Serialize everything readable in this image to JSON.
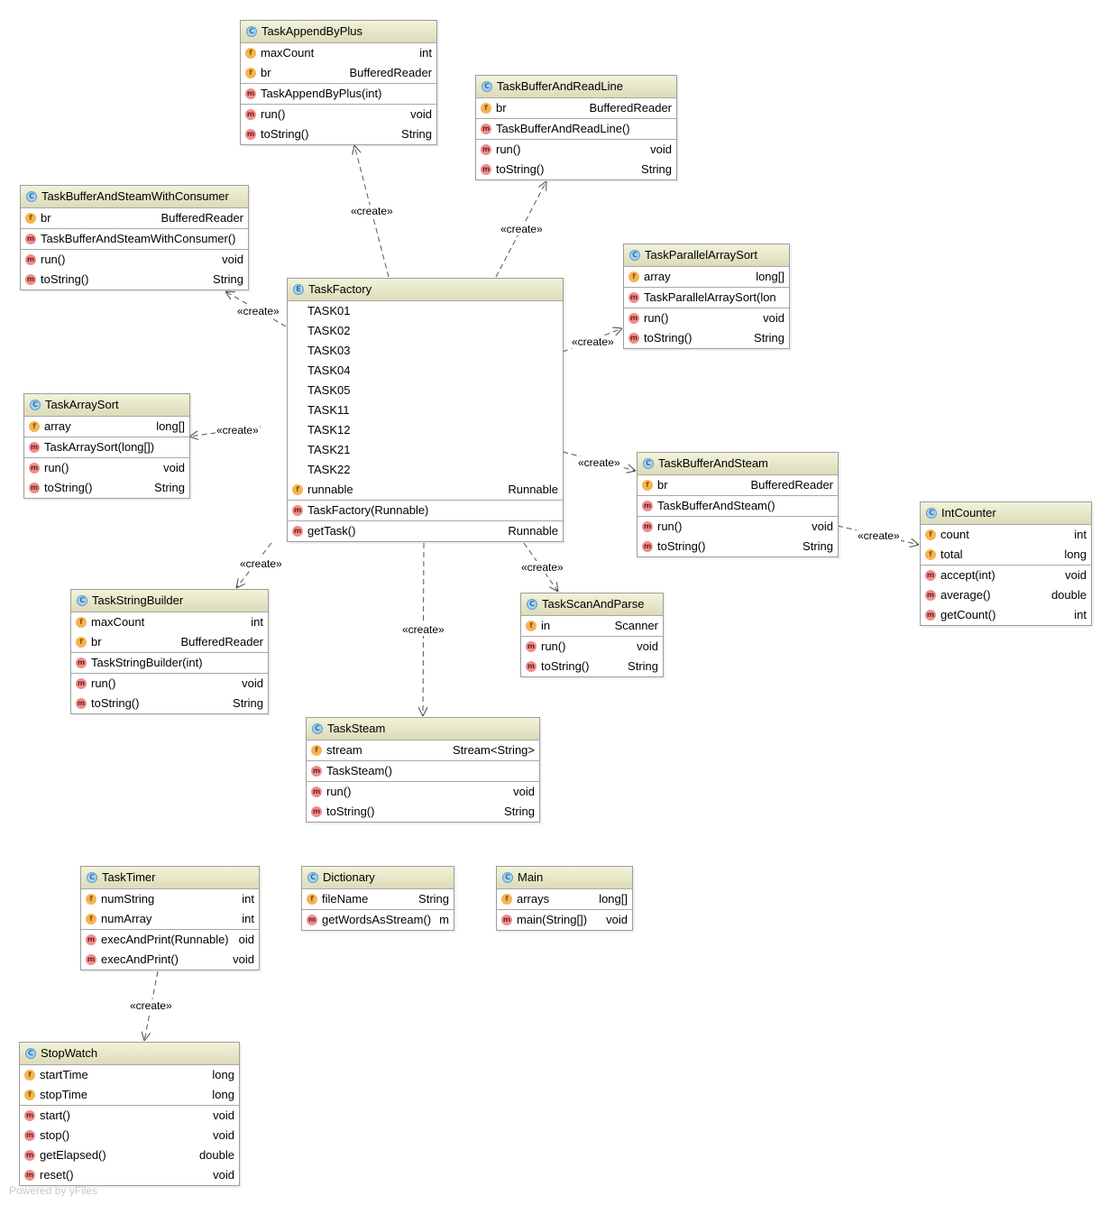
{
  "classes": {
    "append": {
      "kind": "C",
      "name": "TaskAppendByPlus",
      "sections": [
        [
          {
            "k": "f",
            "n": "maxCount",
            "t": "int"
          },
          {
            "k": "f",
            "n": "br",
            "t": "BufferedReader"
          }
        ],
        [
          {
            "k": "m",
            "n": "TaskAppendByPlus(int)",
            "t": ""
          }
        ],
        [
          {
            "k": "m",
            "n": "run()",
            "t": "void"
          },
          {
            "k": "m",
            "n": "toString()",
            "t": "String"
          }
        ]
      ]
    },
    "readline": {
      "kind": "C",
      "name": "TaskBufferAndReadLine",
      "sections": [
        [
          {
            "k": "f",
            "n": "br",
            "t": "BufferedReader"
          }
        ],
        [
          {
            "k": "m",
            "n": "TaskBufferAndReadLine()",
            "t": ""
          }
        ],
        [
          {
            "k": "m",
            "n": "run()",
            "t": "void"
          },
          {
            "k": "m",
            "n": "toString()",
            "t": "String"
          }
        ]
      ]
    },
    "consumer": {
      "kind": "C",
      "name": "TaskBufferAndSteamWithConsumer",
      "sections": [
        [
          {
            "k": "f",
            "n": "br",
            "t": "BufferedReader"
          }
        ],
        [
          {
            "k": "m",
            "n": "TaskBufferAndSteamWithConsumer()",
            "t": ""
          }
        ],
        [
          {
            "k": "m",
            "n": "run()",
            "t": "void"
          },
          {
            "k": "m",
            "n": "toString()",
            "t": "String"
          }
        ]
      ]
    },
    "parallel": {
      "kind": "C",
      "name": "TaskParallelArraySort",
      "sections": [
        [
          {
            "k": "f",
            "n": "array",
            "t": "long[]"
          }
        ],
        [
          {
            "k": "m",
            "n": "TaskParallelArraySort(lon",
            "t": ""
          }
        ],
        [
          {
            "k": "m",
            "n": "run()",
            "t": "void"
          },
          {
            "k": "m",
            "n": "toString()",
            "t": "String"
          }
        ]
      ]
    },
    "factory": {
      "kind": "E",
      "name": "TaskFactory",
      "sections": [
        [
          {
            "k": "",
            "n": "TASK01",
            "t": ""
          },
          {
            "k": "",
            "n": "TASK02",
            "t": ""
          },
          {
            "k": "",
            "n": "TASK03",
            "t": ""
          },
          {
            "k": "",
            "n": "TASK04",
            "t": ""
          },
          {
            "k": "",
            "n": "TASK05",
            "t": ""
          },
          {
            "k": "",
            "n": "TASK11",
            "t": ""
          },
          {
            "k": "",
            "n": "TASK12",
            "t": ""
          },
          {
            "k": "",
            "n": "TASK21",
            "t": ""
          },
          {
            "k": "",
            "n": "TASK22",
            "t": ""
          },
          {
            "k": "f",
            "n": "runnable",
            "t": "Runnable"
          }
        ],
        [
          {
            "k": "m",
            "n": "TaskFactory(Runnable)",
            "t": ""
          }
        ],
        [
          {
            "k": "m",
            "n": "getTask()",
            "t": "Runnable"
          }
        ]
      ]
    },
    "arraysort": {
      "kind": "C",
      "name": "TaskArraySort",
      "sections": [
        [
          {
            "k": "f",
            "n": "array",
            "t": "long[]"
          }
        ],
        [
          {
            "k": "m",
            "n": "TaskArraySort(long[])",
            "t": ""
          }
        ],
        [
          {
            "k": "m",
            "n": "run()",
            "t": "void"
          },
          {
            "k": "m",
            "n": "toString()",
            "t": "String"
          }
        ]
      ]
    },
    "bufsteam": {
      "kind": "C",
      "name": "TaskBufferAndSteam",
      "sections": [
        [
          {
            "k": "f",
            "n": "br",
            "t": "BufferedReader"
          }
        ],
        [
          {
            "k": "m",
            "n": "TaskBufferAndSteam()",
            "t": ""
          }
        ],
        [
          {
            "k": "m",
            "n": "run()",
            "t": "void"
          },
          {
            "k": "m",
            "n": "toString()",
            "t": "String"
          }
        ]
      ]
    },
    "intcounter": {
      "kind": "C",
      "name": "IntCounter",
      "sections": [
        [
          {
            "k": "f",
            "n": "count",
            "t": "int"
          },
          {
            "k": "f",
            "n": "total",
            "t": "long"
          }
        ],
        [
          {
            "k": "m",
            "n": "accept(int)",
            "t": "void"
          },
          {
            "k": "m",
            "n": "average()",
            "t": "double"
          },
          {
            "k": "m",
            "n": "getCount()",
            "t": "int"
          }
        ]
      ]
    },
    "strbuilder": {
      "kind": "C",
      "name": "TaskStringBuilder",
      "sections": [
        [
          {
            "k": "f",
            "n": "maxCount",
            "t": "int"
          },
          {
            "k": "f",
            "n": "br",
            "t": "BufferedReader"
          }
        ],
        [
          {
            "k": "m",
            "n": "TaskStringBuilder(int)",
            "t": ""
          }
        ],
        [
          {
            "k": "m",
            "n": "run()",
            "t": "void"
          },
          {
            "k": "m",
            "n": "toString()",
            "t": "String"
          }
        ]
      ]
    },
    "scanparse": {
      "kind": "C",
      "name": "TaskScanAndParse",
      "sections": [
        [
          {
            "k": "f",
            "n": "in",
            "t": "Scanner"
          }
        ],
        [
          {
            "k": "m",
            "n": "run()",
            "t": "void"
          },
          {
            "k": "m",
            "n": "toString()",
            "t": "String"
          }
        ]
      ]
    },
    "steam": {
      "kind": "C",
      "name": "TaskSteam",
      "sections": [
        [
          {
            "k": "f",
            "n": "stream",
            "t": "Stream<String>"
          }
        ],
        [
          {
            "k": "m",
            "n": "TaskSteam()",
            "t": ""
          }
        ],
        [
          {
            "k": "m",
            "n": "run()",
            "t": "void"
          },
          {
            "k": "m",
            "n": "toString()",
            "t": "String"
          }
        ]
      ]
    },
    "timer": {
      "kind": "C",
      "name": "TaskTimer",
      "sections": [
        [
          {
            "k": "f",
            "n": "numString",
            "t": "int"
          },
          {
            "k": "f",
            "n": "numArray",
            "t": "int"
          }
        ],
        [
          {
            "k": "m",
            "n": "execAndPrint(Runnable)",
            "t": "oid"
          },
          {
            "k": "m",
            "n": "execAndPrint()",
            "t": "void"
          }
        ]
      ]
    },
    "dictionary": {
      "kind": "C",
      "name": "Dictionary",
      "sections": [
        [
          {
            "k": "f",
            "n": "fileName",
            "t": "String"
          }
        ],
        [
          {
            "k": "m",
            "n": "getWordsAsStream()",
            "t": "m"
          }
        ]
      ]
    },
    "main": {
      "kind": "C",
      "name": "Main",
      "sections": [
        [
          {
            "k": "f",
            "n": "arrays",
            "t": "long[]"
          }
        ],
        [
          {
            "k": "m",
            "n": "main(String[])",
            "t": "void"
          }
        ]
      ]
    },
    "stopwatch": {
      "kind": "C",
      "name": "StopWatch",
      "sections": [
        [
          {
            "k": "f",
            "n": "startTime",
            "t": "long"
          },
          {
            "k": "f",
            "n": "stopTime",
            "t": "long"
          }
        ],
        [
          {
            "k": "m",
            "n": "start()",
            "t": "void"
          },
          {
            "k": "m",
            "n": "stop()",
            "t": "void"
          },
          {
            "k": "m",
            "n": "getElapsed()",
            "t": "double"
          },
          {
            "k": "m",
            "n": "reset()",
            "t": "void"
          }
        ]
      ]
    }
  },
  "relations": [
    {
      "from": "factory",
      "to": "append",
      "label": "«create»"
    },
    {
      "from": "factory",
      "to": "readline",
      "label": "«create»"
    },
    {
      "from": "factory",
      "to": "consumer",
      "label": "«create»"
    },
    {
      "from": "factory",
      "to": "parallel",
      "label": "«create»"
    },
    {
      "from": "factory",
      "to": "arraysort",
      "label": "«create»"
    },
    {
      "from": "factory",
      "to": "bufsteam",
      "label": "«create»"
    },
    {
      "from": "bufsteam",
      "to": "intcounter",
      "label": "«create»"
    },
    {
      "from": "factory",
      "to": "strbuilder",
      "label": "«create»"
    },
    {
      "from": "factory",
      "to": "scanparse",
      "label": "«create»"
    },
    {
      "from": "factory",
      "to": "steam",
      "label": "«create»"
    },
    {
      "from": "timer",
      "to": "stopwatch",
      "label": "«create»"
    }
  ],
  "watermark": "Powered by yFiles"
}
